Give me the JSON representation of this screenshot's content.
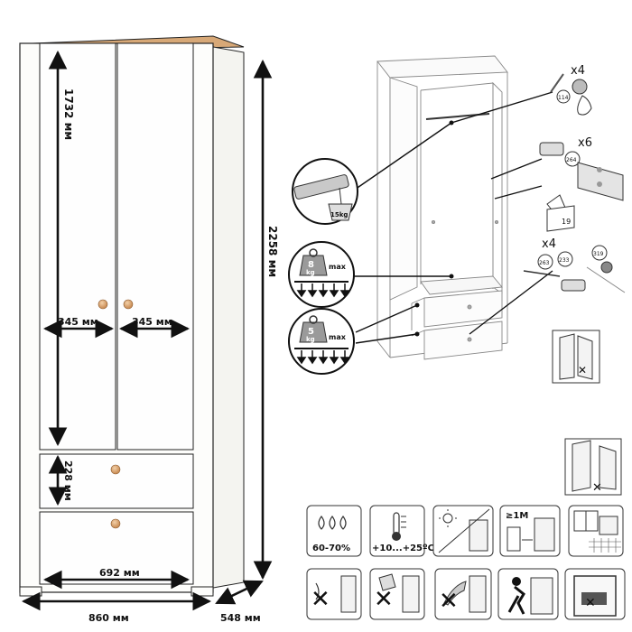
{
  "dimensions": {
    "upper_height": "1732 мм",
    "total_height": "2258 мм",
    "door_width_left": "345 мм",
    "door_width_right": "345 мм",
    "drawer_height": "228 мм",
    "inner_width": "692 мм",
    "total_width": "860 мм",
    "depth": "548 мм"
  },
  "assembly": {
    "hardware_qty_top": "x4",
    "hardware_qty_hinge": "x6",
    "hardware_qty_bottom": "x4",
    "part_114": "114",
    "part_264": "264",
    "part_19": "19",
    "part_263": "263",
    "part_233": "233",
    "part_319": "319",
    "rail_load": "15kg"
  },
  "load_limits": {
    "shelf_weight": "8",
    "drawer_weight": "5",
    "unit": "kg",
    "max_label": "max"
  },
  "care_icons": {
    "humidity": "60-70%",
    "temperature": "+10...+25ºC",
    "distance": "≥1M"
  },
  "colors": {
    "line": "#222222",
    "oak_top": "#d7a877",
    "knob": "#dca872",
    "panel_fill": "#fdfdfb"
  }
}
